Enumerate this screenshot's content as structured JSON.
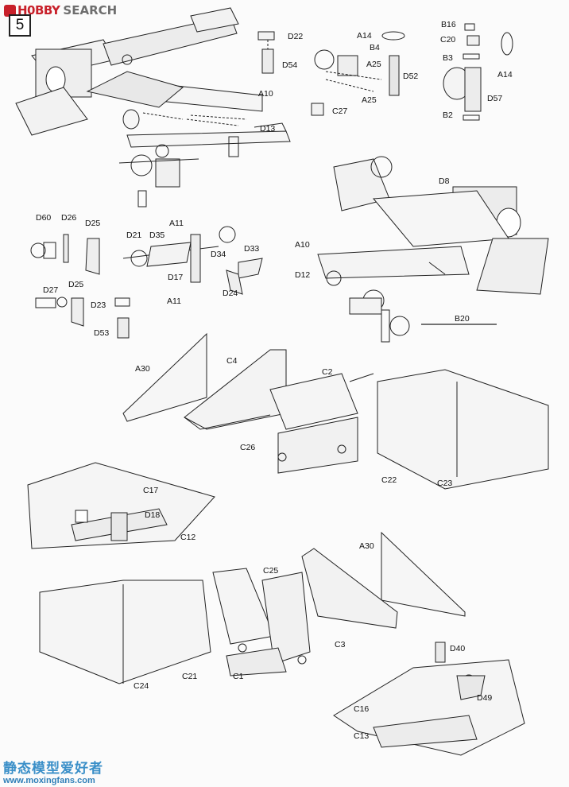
{
  "header": {
    "brand_primary": "H0BBY",
    "brand_secondary": "SEARCH",
    "logo_color": "#c8202a"
  },
  "step_number": "5",
  "labels": {
    "D22": "D22",
    "D54": "D54",
    "A14_top": "A14",
    "B4": "B4",
    "A25_a": "A25",
    "D52": "D52",
    "A25_b": "A25",
    "B16": "B16",
    "C20": "C20",
    "A14_right": "A14",
    "B3": "B3",
    "D57": "D57",
    "B2": "B2",
    "A10_top": "A10",
    "D13": "D13",
    "C27": "C27",
    "D8": "D8",
    "D60": "D60",
    "D26": "D26",
    "D25_a": "D25",
    "D21": "D21",
    "D35": "D35",
    "A11_top": "A11",
    "D33": "D33",
    "D34": "D34",
    "D17": "D17",
    "D24": "D24",
    "A11_bottom": "A11",
    "D27": "D27",
    "D25_b": "D25",
    "D23": "D23",
    "D53": "D53",
    "A10_mid": "A10",
    "D12": "D12",
    "B20": "B20",
    "A30_top": "A30",
    "C4": "C4",
    "C2": "C2",
    "C26": "C26",
    "C22": "C22",
    "C23": "C23",
    "C17": "C17",
    "D18": "D18",
    "C12": "C12",
    "A30_bottom": "A30",
    "C25": "C25",
    "C3": "C3",
    "C24": "C24",
    "C21": "C21",
    "C1": "C1",
    "D40": "D40",
    "D49": "D49",
    "C16": "C16",
    "C13": "C13"
  },
  "watermark": {
    "chinese": "静态模型爱好者",
    "url": "www.moxingfans.com",
    "color": "#3a8fc8"
  }
}
